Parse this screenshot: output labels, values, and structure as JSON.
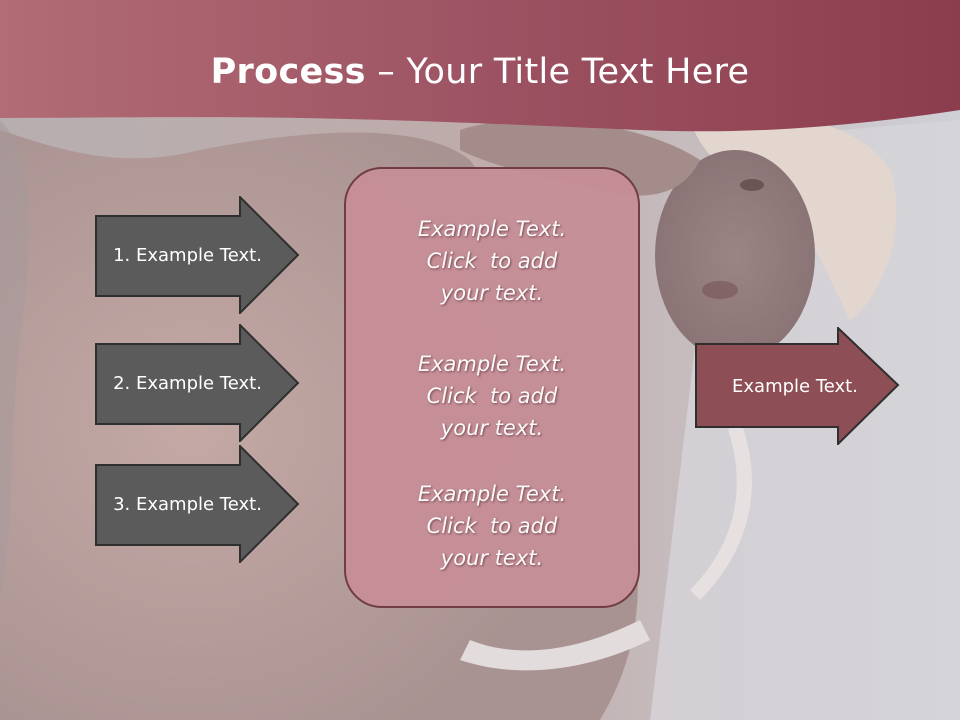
{
  "title": {
    "bold": "Process",
    "rest": " – Your Title Text Here"
  },
  "left_arrows": [
    {
      "label": "1. Example Text."
    },
    {
      "label": "2. Example Text."
    },
    {
      "label": "3. Example Text."
    }
  ],
  "center_box": {
    "items": [
      {
        "line1": "Example Text.",
        "line2": "Click  to add",
        "line3": "your text."
      },
      {
        "line1": "Example Text.",
        "line2": "Click  to add",
        "line3": "your text."
      },
      {
        "line1": "Example Text.",
        "line2": "Click  to add",
        "line3": "your text."
      }
    ]
  },
  "right_arrow": {
    "label": "Example Text."
  },
  "colors": {
    "banner": "#9b4d5a",
    "left_arrow_fill": "#5a5a5a",
    "center_box_fill": "#c78f98",
    "right_arrow_fill": "#8e4f54",
    "border": "#2f2f2f"
  }
}
